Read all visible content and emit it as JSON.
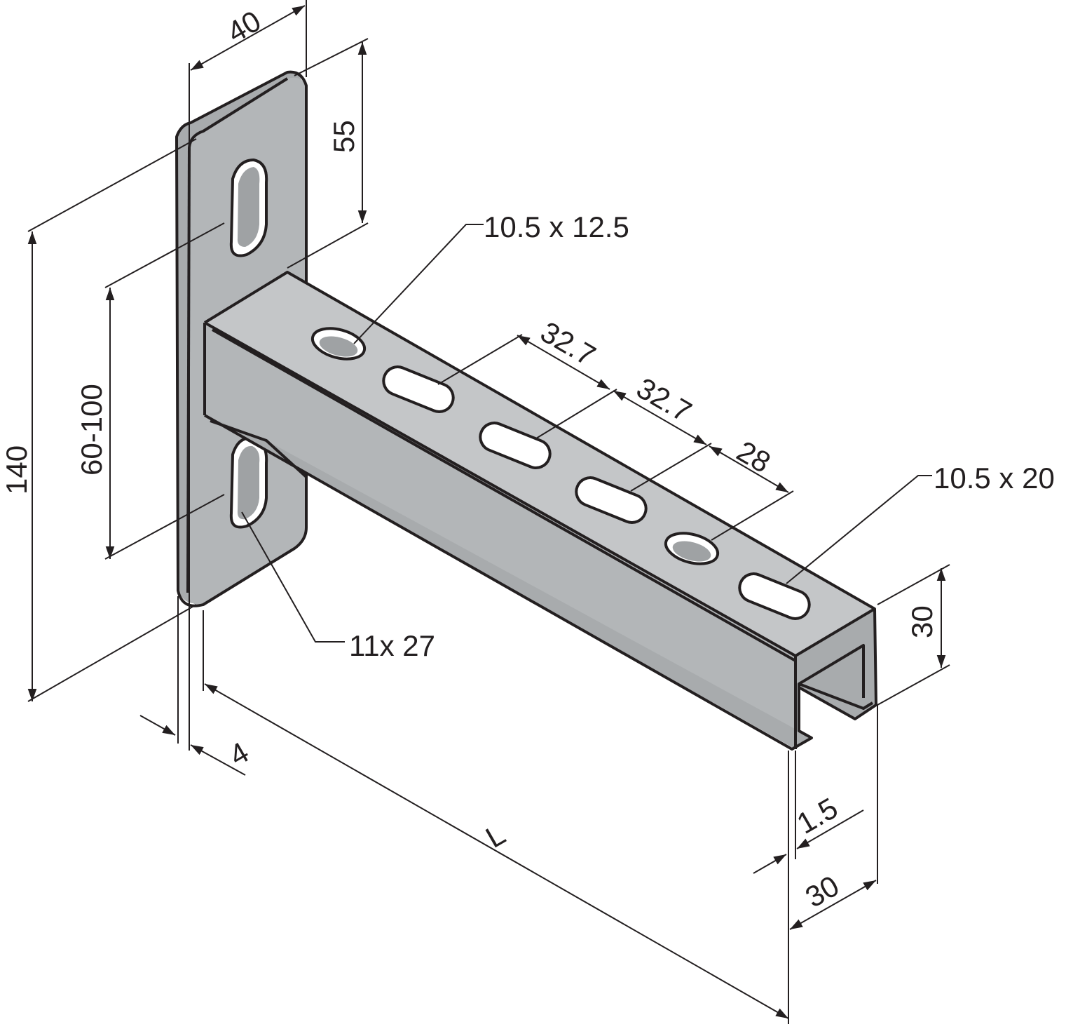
{
  "drawing": {
    "colors": {
      "steel": "#b3b6b8",
      "steel_dark": "#a8abad",
      "steel_light": "#c4c6c8",
      "ink": "#231f20",
      "background": "#ffffff"
    },
    "dimensions": {
      "plate_width": "40",
      "top_to_slot": "55",
      "slot_spacing": "60-100",
      "plate_height": "140",
      "plate_thickness": "4",
      "arm_length": "L",
      "channel_width": "30",
      "channel_height": "30",
      "wall_thickness": "1.5",
      "pitch_1": "32.7",
      "pitch_2": "32.7",
      "end_distance": "28"
    },
    "callouts": {
      "round_holes": "10.5 x 12.5",
      "long_slots": "10.5 x 20",
      "plate_slots": "11x 27"
    }
  }
}
